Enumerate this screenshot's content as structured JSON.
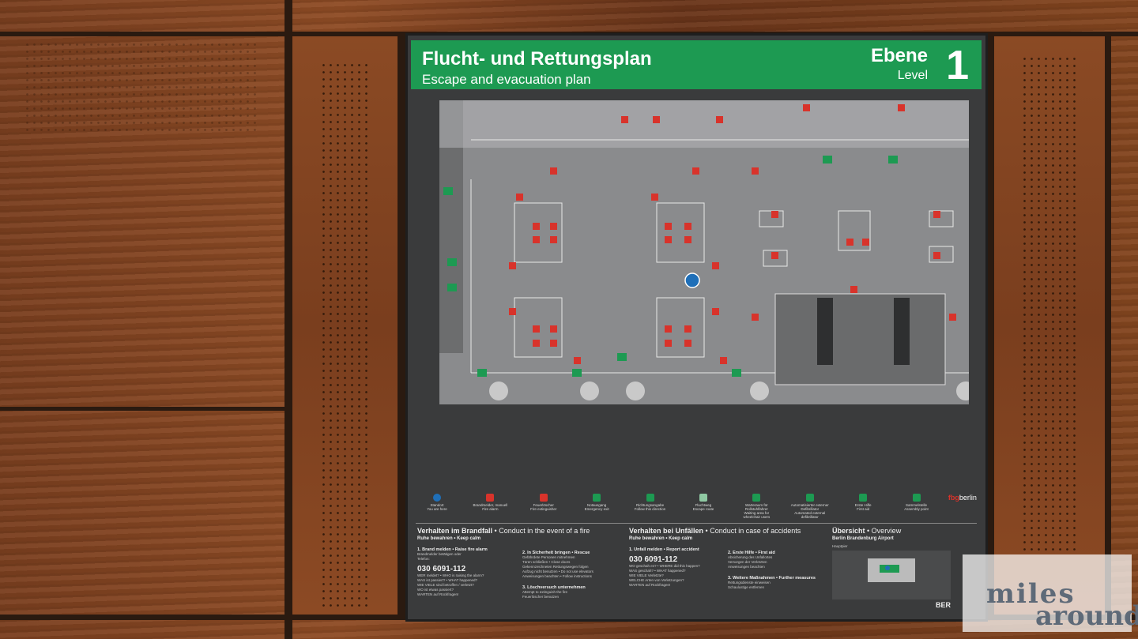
{
  "header": {
    "title_de": "Flucht- und Rettungsplan",
    "title_en": "Escape and evacuation plan",
    "level_de": "Ebene",
    "level_en": "Level",
    "level_number": "1"
  },
  "legend": [
    {
      "label": "Standort",
      "sub": "You are here",
      "color": "#1f6fb8"
    },
    {
      "label": "Brandmelder, manuell",
      "sub": "Fire alarm",
      "color": "#d8332b"
    },
    {
      "label": "Feuerlöscher",
      "sub": "Fire extinguisher",
      "color": "#d8332b"
    },
    {
      "label": "Notausgang",
      "sub": "Emergency exit",
      "color": "#1d9a52"
    },
    {
      "label": "Richtungsangabe",
      "sub": "Follow this direction",
      "color": "#1d9a52"
    },
    {
      "label": "Fluchtweg",
      "sub": "Escape route",
      "color": "#8fc9a3"
    },
    {
      "label": "Warteraum für Rollstuhlfahrer",
      "sub": "Waiting area for wheelchair users",
      "color": "#1d9a52"
    },
    {
      "label": "Automatisierter externer Defibrillator",
      "sub": "Automated external defibrillator",
      "color": "#1d9a52"
    },
    {
      "label": "Erste Hilfe",
      "sub": "First aid",
      "color": "#1d9a52"
    },
    {
      "label": "Sammelstelle",
      "sub": "Assembly point",
      "color": "#1d9a52"
    }
  ],
  "logo": {
    "prefix": "fbg",
    "name": "berlin"
  },
  "fire": {
    "heading": "Verhalten im Brandfall",
    "heading_en": "• Conduct in the event of a fire",
    "calm": "Ruhe bewahren • Keep calm",
    "step1": "1. Brand melden • Raise fire alarm",
    "step1a": "Brandmelder betätigen oder",
    "step1b": "Telefon:",
    "phone": "030 6091-112",
    "q1": "WER meldet? • WHO is raising the alarm?",
    "q2": "WAS ist passiert? • WHAT happened?",
    "q3": "WIE VIELE sind betroffen / verletzt?",
    "q4": "WO ist etwas passiert?",
    "q5": "WARTEN auf Rückfragen!",
    "step2": "2. In Sicherheit bringen • Rescue",
    "step2a": "Gefährdete Personen mitnehmen",
    "step2b": "Türen schließen • Close doors",
    "step2c": "Gekennzeichneten Rettungswegen folgen",
    "step2d": "Aufzug nicht benutzen • Do not use elevators",
    "step2e": "Anweisungen beachten • Follow instructions",
    "step3": "3. Löschversuch unternehmen",
    "step3a": "Attempt to extinguish the fire",
    "step3b": "Feuerlöscher benutzen"
  },
  "accident": {
    "heading": "Verhalten bei Unfällen",
    "heading_en": "• Conduct in case of accidents",
    "calm": "Ruhe bewahren • Keep calm",
    "step1": "1. Unfall melden • Report accident",
    "phone": "030 6091-112",
    "q1": "WO geschah es? • WHERE did this happen?",
    "q2": "WAS geschah? • WHAT happened?",
    "q3": "WIE VIELE Verletzte?",
    "q4": "WELCHE Arten von Verletzungen?",
    "q5": "WARTEN auf Rückfragen!",
    "step2": "2. Erste Hilfe • First aid",
    "step2a": "Absicherung des Unfallortes",
    "step2b": "Versorgen der Verletzten",
    "step2c": "Anweisungen beachten",
    "step3": "3. Weitere Maßnahmen • Further measures",
    "step3a": "Rettungsdienste einweisen",
    "step3b": "Schaulustige entfernen"
  },
  "overview": {
    "heading": "Übersicht",
    "heading_en": "• Overview",
    "sub": "Berlin Brandenburg Airport",
    "pier": "Hauptpier",
    "brand": "BER"
  },
  "watermark": {
    "line1": "miles",
    "line2": "around"
  }
}
